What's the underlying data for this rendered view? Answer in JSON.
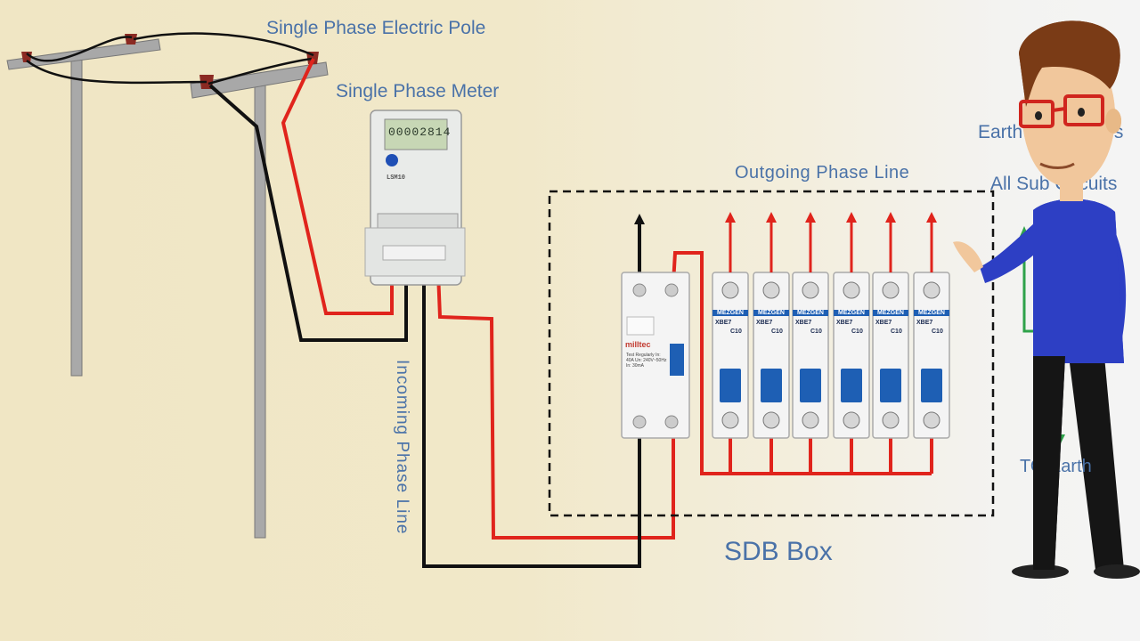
{
  "labels": {
    "pole": "Single Phase Electric Pole",
    "meter": "Single Phase Meter",
    "outgoing": "Outgoing  Phase Line",
    "sdb": "SDB Box",
    "incoming": "Incoming  Phase Line",
    "earth_conductors": "Earth Conductors",
    "sub_circuits": "All Sub Circuits",
    "to_earth": "TO Earth"
  },
  "meter": {
    "reading": "00002814",
    "brand": "LSM10"
  },
  "rccb": {
    "brand": "milltec",
    "spec": "Test Regularly In: 40A Un: 240V~50Hz In: 30mA"
  },
  "mcbs": [
    {
      "brand": "MEZGEN",
      "model": "XBE7",
      "rating": "C10"
    },
    {
      "brand": "MEZGEN",
      "model": "XBE7",
      "rating": "C10"
    },
    {
      "brand": "MEZGEN",
      "model": "XBE7",
      "rating": "C10"
    },
    {
      "brand": "MEZGEN",
      "model": "XBE7",
      "rating": "C10"
    },
    {
      "brand": "MEZGEN",
      "model": "XBE7",
      "rating": "C10"
    },
    {
      "brand": "MEZGEN",
      "model": "XBE7",
      "rating": "C10"
    }
  ],
  "colors": {
    "phase_wire": "#e0241c",
    "neutral_wire": "#111111",
    "earth_wire": "#2ea24a",
    "label_blue": "#4a72a8",
    "breaker_blue": "#1e5fb4"
  }
}
